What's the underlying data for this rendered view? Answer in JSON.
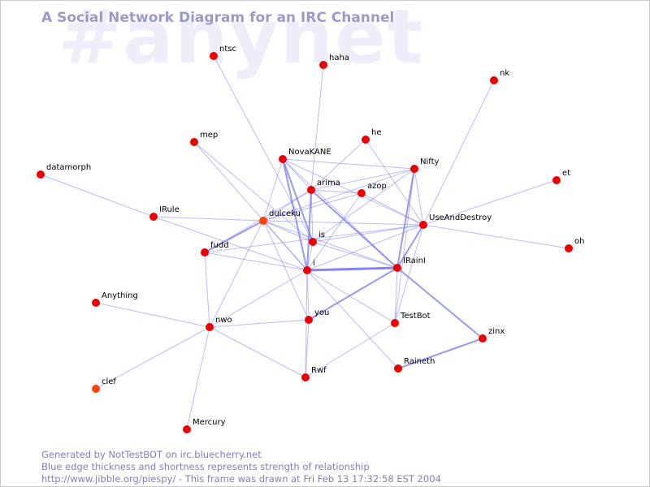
{
  "watermark": "#anynet",
  "title": "A Social Network Diagram for an IRC Channel",
  "footer": {
    "line1": "Generated by NotTestBOT on irc.bluecherry.net",
    "line2": "Blue edge thickness and shortness represents strength of relationship",
    "line3": "http://www.jibble.org/piespy/ - This frame was drawn at Fri Feb 13 17:32:58 EST 2004"
  },
  "colors": {
    "node": "#ee0000",
    "node_recent": "#ff4400",
    "edge": "#7777ee",
    "title": "#9a9acc",
    "watermark": "#eeeefb",
    "footer": "#8080b8"
  },
  "graph": {
    "nodes": [
      {
        "id": "ntsc",
        "label": "ntsc"
      },
      {
        "id": "haha",
        "label": "haha"
      },
      {
        "id": "nk",
        "label": "nk"
      },
      {
        "id": "mep",
        "label": "mep"
      },
      {
        "id": "he",
        "label": "he"
      },
      {
        "id": "NovaKANE",
        "label": "NovaKANE"
      },
      {
        "id": "Nifty",
        "label": "Nifty"
      },
      {
        "id": "datamorph",
        "label": "datamorph"
      },
      {
        "id": "et",
        "label": "et"
      },
      {
        "id": "arima",
        "label": "arima"
      },
      {
        "id": "azop",
        "label": "azop"
      },
      {
        "id": "IRule",
        "label": "IRule"
      },
      {
        "id": "dulceku",
        "label": "dulceku",
        "recent": true
      },
      {
        "id": "UseAndDestroy",
        "label": "UseAndDestroy"
      },
      {
        "id": "is",
        "label": "is"
      },
      {
        "id": "oh",
        "label": "oh"
      },
      {
        "id": "fudd",
        "label": "fudd"
      },
      {
        "id": "IRainI",
        "label": "IRainI"
      },
      {
        "id": "i",
        "label": "i"
      },
      {
        "id": "Anything",
        "label": "Anything"
      },
      {
        "id": "you",
        "label": "you"
      },
      {
        "id": "nwo",
        "label": "nwo"
      },
      {
        "id": "TestBot",
        "label": "TestBot"
      },
      {
        "id": "zinx",
        "label": "zinx"
      },
      {
        "id": "Raineth",
        "label": "Raineth"
      },
      {
        "id": "Rwf",
        "label": "Rwf"
      },
      {
        "id": "clef",
        "label": "clef",
        "recent": true
      },
      {
        "id": "Mercury",
        "label": "Mercury"
      }
    ],
    "edges": [
      {
        "source": "ntsc",
        "target": "is",
        "weight": 1
      },
      {
        "source": "haha",
        "target": "arima",
        "weight": 1
      },
      {
        "source": "nk",
        "target": "UseAndDestroy",
        "weight": 1
      },
      {
        "source": "mep",
        "target": "is",
        "weight": 1
      },
      {
        "source": "mep",
        "target": "i",
        "weight": 1
      },
      {
        "source": "he",
        "target": "arima",
        "weight": 1
      },
      {
        "source": "he",
        "target": "UseAndDestroy",
        "weight": 1
      },
      {
        "source": "NovaKANE",
        "target": "Nifty",
        "weight": 1
      },
      {
        "source": "NovaKANE",
        "target": "arima",
        "weight": 1
      },
      {
        "source": "NovaKANE",
        "target": "is",
        "weight": 2
      },
      {
        "source": "NovaKANE",
        "target": "i",
        "weight": 2
      },
      {
        "source": "NovaKANE",
        "target": "IRainI",
        "weight": 1
      },
      {
        "source": "NovaKANE",
        "target": "UseAndDestroy",
        "weight": 1
      },
      {
        "source": "NovaKANE",
        "target": "dulceku",
        "weight": 1
      },
      {
        "source": "Nifty",
        "target": "arima",
        "weight": 1
      },
      {
        "source": "Nifty",
        "target": "IRainI",
        "weight": 2
      },
      {
        "source": "Nifty",
        "target": "UseAndDestroy",
        "weight": 1
      },
      {
        "source": "Nifty",
        "target": "dulceku",
        "weight": 1
      },
      {
        "source": "Nifty",
        "target": "is",
        "weight": 1
      },
      {
        "source": "Nifty",
        "target": "TestBot",
        "weight": 1
      },
      {
        "source": "datamorph",
        "target": "IRule",
        "weight": 1
      },
      {
        "source": "et",
        "target": "UseAndDestroy",
        "weight": 1
      },
      {
        "source": "arima",
        "target": "i",
        "weight": 2
      },
      {
        "source": "arima",
        "target": "is",
        "weight": 1
      },
      {
        "source": "arima",
        "target": "IRainI",
        "weight": 2
      },
      {
        "source": "arima",
        "target": "dulceku",
        "weight": 1
      },
      {
        "source": "arima",
        "target": "azop",
        "weight": 1
      },
      {
        "source": "arima",
        "target": "fudd",
        "weight": 1
      },
      {
        "source": "azop",
        "target": "dulceku",
        "weight": 1
      },
      {
        "source": "azop",
        "target": "i",
        "weight": 1
      },
      {
        "source": "azop",
        "target": "UseAndDestroy",
        "weight": 1
      },
      {
        "source": "IRule",
        "target": "dulceku",
        "weight": 1
      },
      {
        "source": "IRule",
        "target": "i",
        "weight": 1
      },
      {
        "source": "dulceku",
        "target": "UseAndDestroy",
        "weight": 1
      },
      {
        "source": "dulceku",
        "target": "is",
        "weight": 1
      },
      {
        "source": "dulceku",
        "target": "i",
        "weight": 1
      },
      {
        "source": "dulceku",
        "target": "fudd",
        "weight": 2
      },
      {
        "source": "dulceku",
        "target": "nwo",
        "weight": 1
      },
      {
        "source": "dulceku",
        "target": "you",
        "weight": 1
      },
      {
        "source": "dulceku",
        "target": "IRainI",
        "weight": 1
      },
      {
        "source": "UseAndDestroy",
        "target": "oh",
        "weight": 1
      },
      {
        "source": "UseAndDestroy",
        "target": "IRainI",
        "weight": 2
      },
      {
        "source": "UseAndDestroy",
        "target": "i",
        "weight": 1
      },
      {
        "source": "UseAndDestroy",
        "target": "is",
        "weight": 1
      },
      {
        "source": "UseAndDestroy",
        "target": "TestBot",
        "weight": 1
      },
      {
        "source": "UseAndDestroy",
        "target": "fudd",
        "weight": 1
      },
      {
        "source": "is",
        "target": "i",
        "weight": 1
      },
      {
        "source": "is",
        "target": "IRainI",
        "weight": 1
      },
      {
        "source": "fudd",
        "target": "i",
        "weight": 1
      },
      {
        "source": "fudd",
        "target": "nwo",
        "weight": 1
      },
      {
        "source": "IRainI",
        "target": "i",
        "weight": 3
      },
      {
        "source": "IRainI",
        "target": "you",
        "weight": 2
      },
      {
        "source": "IRainI",
        "target": "TestBot",
        "weight": 1
      },
      {
        "source": "IRainI",
        "target": "zinx",
        "weight": 2
      },
      {
        "source": "i",
        "target": "you",
        "weight": 1
      },
      {
        "source": "i",
        "target": "nwo",
        "weight": 1
      },
      {
        "source": "i",
        "target": "TestBot",
        "weight": 1
      },
      {
        "source": "i",
        "target": "Raineth",
        "weight": 1
      },
      {
        "source": "i",
        "target": "Rwf",
        "weight": 1
      },
      {
        "source": "Anything",
        "target": "nwo",
        "weight": 1
      },
      {
        "source": "nwo",
        "target": "you",
        "weight": 1
      },
      {
        "source": "nwo",
        "target": "Rwf",
        "weight": 1
      },
      {
        "source": "nwo",
        "target": "Mercury",
        "weight": 1
      },
      {
        "source": "nwo",
        "target": "clef",
        "weight": 1
      },
      {
        "source": "you",
        "target": "Rwf",
        "weight": 1
      },
      {
        "source": "TestBot",
        "target": "Rwf",
        "weight": 1
      },
      {
        "source": "zinx",
        "target": "Raineth",
        "weight": 2
      }
    ]
  }
}
